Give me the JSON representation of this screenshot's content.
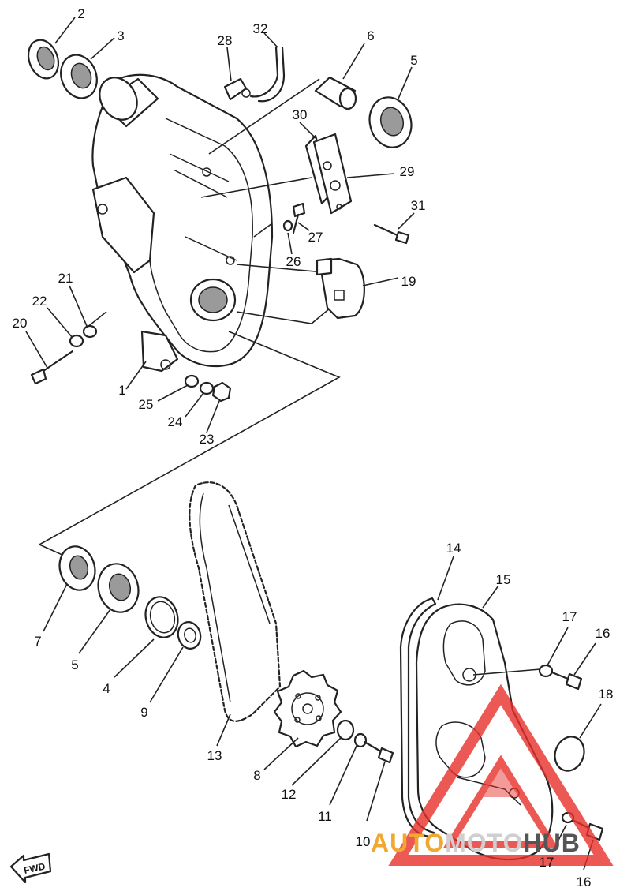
{
  "callouts": {
    "n1": "1",
    "n2": "2",
    "n3": "3",
    "n4": "4",
    "n5a": "5",
    "n5b": "5",
    "n6": "6",
    "n7": "7",
    "n8": "8",
    "n9": "9",
    "n10": "10",
    "n11": "11",
    "n12": "12",
    "n13": "13",
    "n14": "14",
    "n15": "15",
    "n16a": "16",
    "n16b": "16",
    "n17a": "17",
    "n17b": "17",
    "n18": "18",
    "n19": "19",
    "n20": "20",
    "n21": "21",
    "n22": "22",
    "n23": "23",
    "n24": "24",
    "n25": "25",
    "n26": "26",
    "n27": "27",
    "n28": "28",
    "n29": "29",
    "n30": "30",
    "n31": "31",
    "n32": "32"
  },
  "fwd_label": "FWD",
  "watermark": {
    "part1": "AUTO",
    "part2": "MOTO",
    "part3": "HUB"
  },
  "colors": {
    "watermark_red": "#e8302a",
    "watermark_orange": "#f0a830",
    "line": "#222222"
  },
  "icons": [
    "fwd-arrow-icon",
    "watermark-triangle-icon"
  ]
}
